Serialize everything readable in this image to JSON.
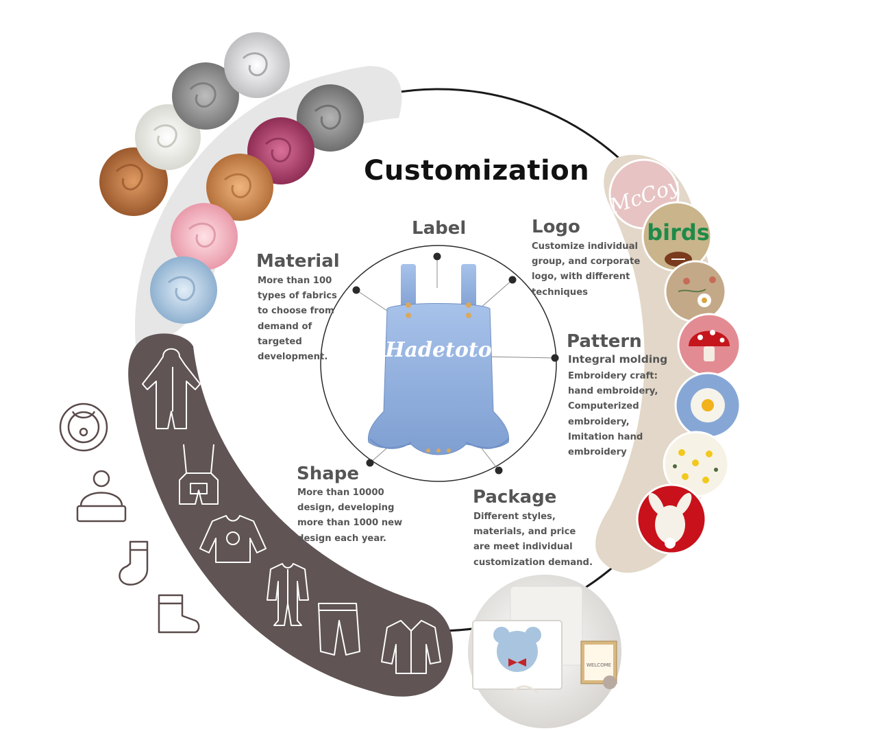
{
  "title": "Customization",
  "sections": {
    "label": {
      "heading": "Label"
    },
    "logo": {
      "heading": "Logo",
      "lines": [
        "Customize individual",
        "group, and corporate",
        "logo, with different",
        "techniques"
      ]
    },
    "material": {
      "heading": "Material",
      "lines": [
        "More than 100",
        "types of fabrics",
        "to choose from",
        "demand of",
        "targeted",
        "development."
      ]
    },
    "pattern": {
      "heading": "Pattern",
      "subheading": "Integral molding",
      "lines": [
        "Embroidery craft:",
        "hand embroidery,",
        "Computerized",
        "embroidery,",
        "Imitation hand",
        "embroidery"
      ]
    },
    "shape": {
      "heading": "Shape",
      "lines": [
        "More than 10000",
        "design, developing",
        "more than 1000 new",
        "design each year."
      ]
    },
    "package": {
      "heading": "Package",
      "lines": [
        "Different styles,",
        "materials, and price",
        "are meet individual",
        "customization demand."
      ]
    }
  },
  "center_product": {
    "embroidery_text": "Hadetoto"
  },
  "patch_texts": {
    "mccoy": "McCoy",
    "birds": "birds"
  },
  "package_image": {
    "box_card_text": "WELCOME"
  },
  "colors": {
    "accent_dark": "#605454",
    "beige": "#e2d7c8",
    "light_grey": "#e6e6e6",
    "romper_blue": "#8fb0df"
  },
  "icons": {
    "fabric_swatches": [
      "brown-fabric",
      "white-fabric",
      "grey-fabric",
      "white-fleece-fabric",
      "grey-knit-fabric",
      "rose-fabric",
      "tan-fabric",
      "pink-fabric",
      "blue-fabric"
    ],
    "embroidery_patches": [
      "mccoy-name-patch",
      "birds-football-patch",
      "floral-patch",
      "mushroom-patch",
      "daisy-patch",
      "flower-print-patch",
      "bunny-patch"
    ],
    "garments": [
      "hooded-romper-icon",
      "overalls-icon",
      "sweater-icon",
      "footed-sleeper-icon",
      "pants-icon",
      "shirt-icon"
    ],
    "accessories": [
      "bib-icon",
      "beanie-icon",
      "sock-icon",
      "boot-icon"
    ]
  }
}
